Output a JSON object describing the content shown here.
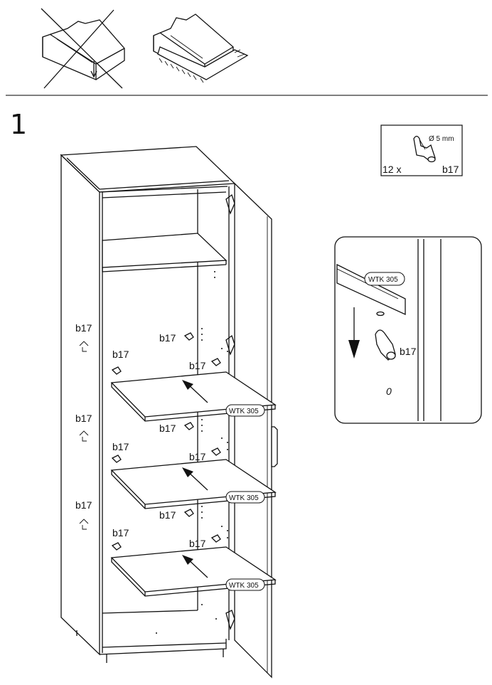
{
  "step_number": "1",
  "pin_box": {
    "quantity": "12 x",
    "part_code": "b17",
    "diameter": "Ø 5 mm"
  },
  "detail": {
    "shelf_code": "WTK 305",
    "pin_code": "b17",
    "hole_mark": "0"
  },
  "cabinet": {
    "pin_labels": [
      "b17",
      "b17",
      "b17",
      "b17",
      "b17",
      "b17",
      "b17",
      "b17",
      "b17",
      "b17",
      "b17",
      "b17"
    ],
    "shelf_codes": [
      "WTK 305",
      "WTK 305",
      "WTK 305"
    ]
  }
}
